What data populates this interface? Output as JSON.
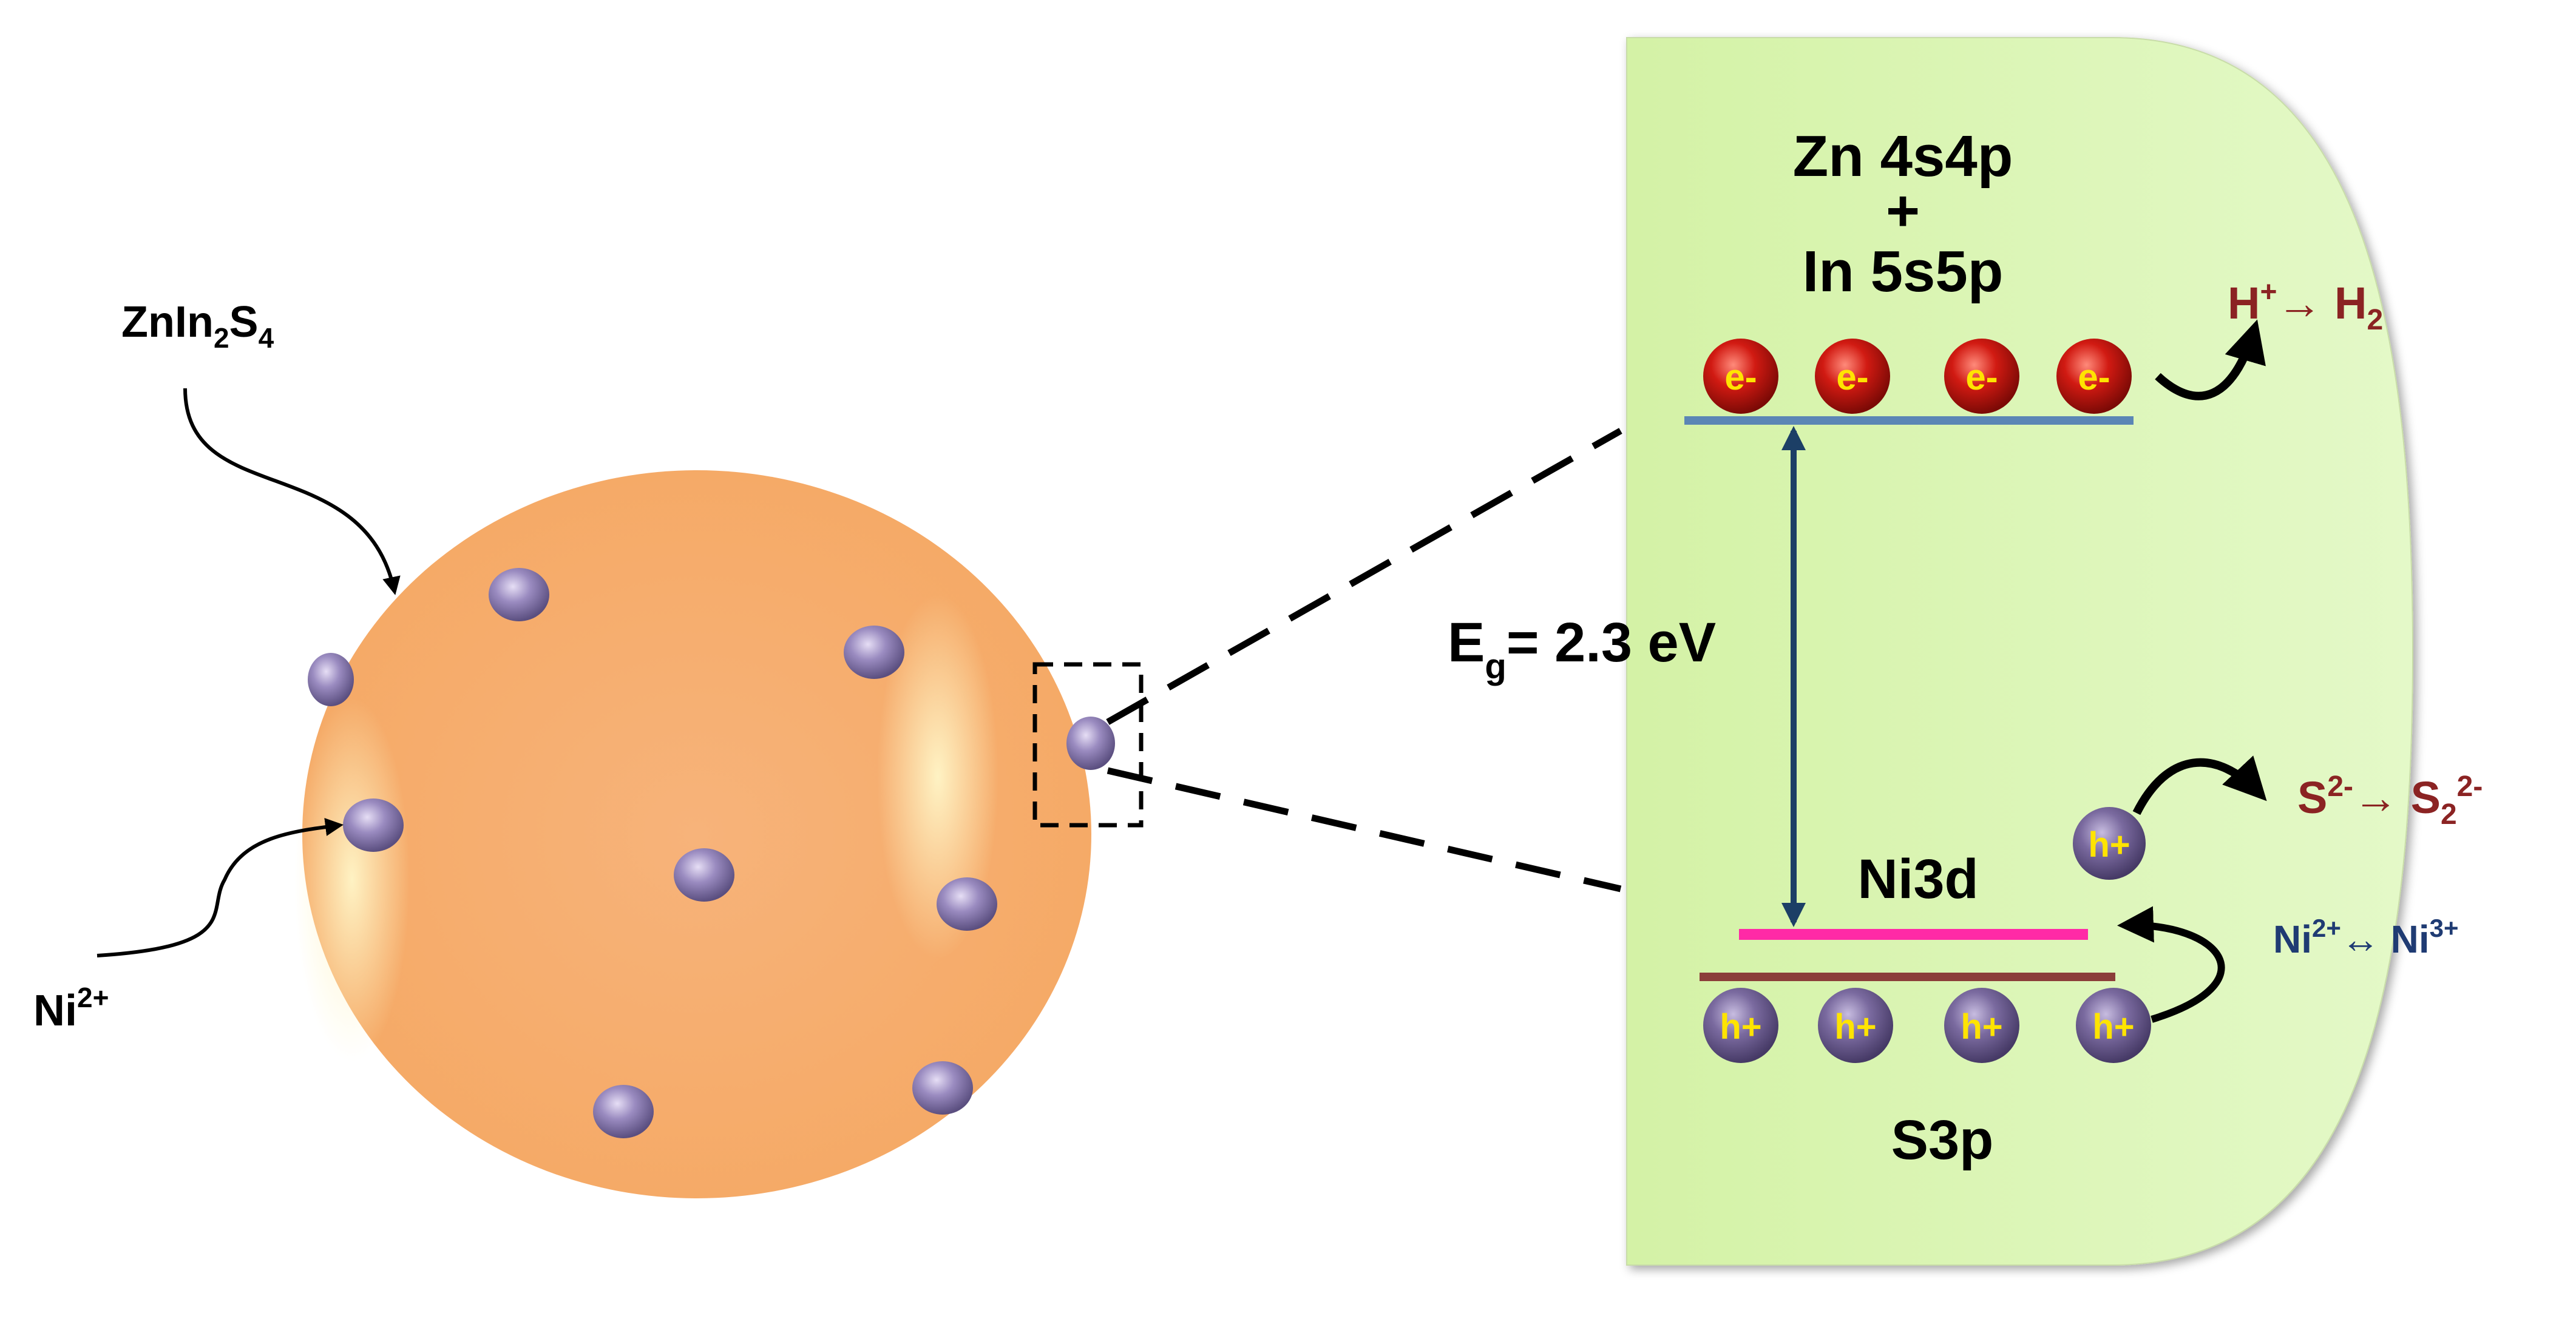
{
  "left_particle": {
    "host_label": {
      "main": "ZnIn",
      "sub1": "2",
      "mid": "S",
      "sub2": "4"
    },
    "dopant_label": {
      "main": "Ni",
      "sup": "2+"
    }
  },
  "band_panel": {
    "cb_label_line1": "Zn 4s4p",
    "cb_label_plus": "+",
    "cb_label_line2": "In 5s5p",
    "electron_label": "e-",
    "hole_label": "h+",
    "gap_label": {
      "main": "E",
      "sub": "g",
      "rest": "= 2.3 eV"
    },
    "ni_level_label": "Ni3d",
    "vb_label": "S3p",
    "reduction": {
      "h": "H",
      "h_sup": "+",
      "arrow": "→",
      "h2": "H",
      "h2_sub": "2"
    },
    "oxidation": {
      "s": "S",
      "s_sup": "2-",
      "arrow": "→",
      "s2": "S",
      "s2_sub": "2",
      "s2_sup": "2-"
    },
    "ni_redox": {
      "ni1": "Ni",
      "ni1_sup": "2+",
      "arrow": "↔",
      "ni2": "Ni",
      "ni2_sup": "3+"
    }
  },
  "colors": {
    "sphere": "#f7b97a",
    "panel": "#d8f5b0",
    "cb_line": "#5b86b5",
    "vb_line": "#8b3e3a",
    "ni_line": "#ff2aa6",
    "gap_arrow": "#1c3f66",
    "electron": "#c4120c",
    "hole": "#7a6a9f",
    "reaction_text": "#8b2323",
    "ni_text": "#1f3b73"
  }
}
